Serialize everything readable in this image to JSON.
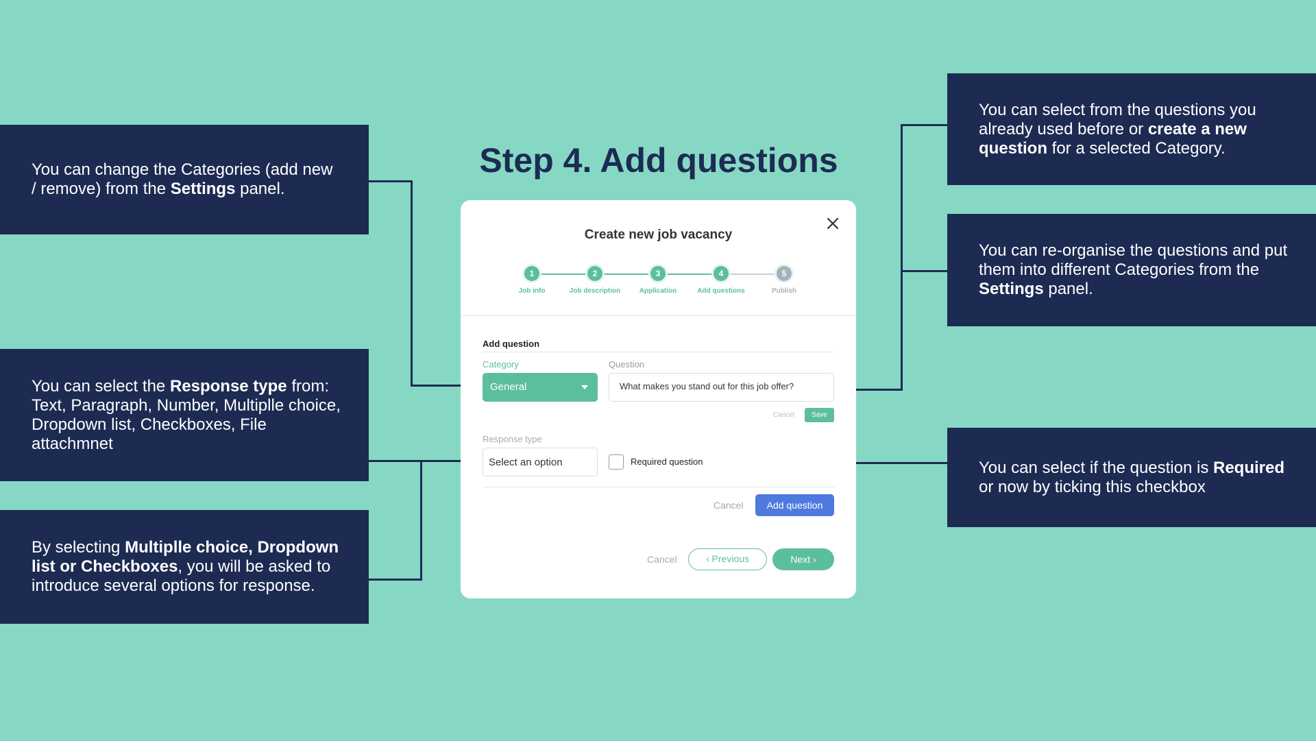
{
  "page_title": "Step 4. Add questions",
  "callouts": {
    "categories": {
      "t1": "You can change the Categories (add new / remove) from the ",
      "b1": "Settings",
      "t2": " panel."
    },
    "response_type": {
      "t1": "You can select the ",
      "b1": "Response type",
      "t2": " from: Text, Paragraph, Number, Multiplle choice, Dropdown list, Checkboxes, File attachmnet"
    },
    "multiple_choice": {
      "t1": "By selecting ",
      "b1": "Multiplle choice, Dropdown list or Checkboxes",
      "t2": ", you will be asked to introduce several options for response."
    },
    "questions": {
      "t1": "You can select from the questions you already used before or ",
      "b1": "create a new question",
      "t2": " for a selected Category."
    },
    "reorganise": {
      "t1": "You can re-organise the questions and put them into different Categories from the ",
      "b1": "Settings",
      "t2": " panel."
    },
    "required": {
      "t1": "You can select if the question is ",
      "b1": "Required",
      "t2": " or now by ticking this checkbox"
    }
  },
  "modal": {
    "title": "Create new job vacancy",
    "close_icon": "close-icon",
    "steps": [
      {
        "number": "1",
        "label": "Job info",
        "state": "done"
      },
      {
        "number": "2",
        "label": "Job description",
        "state": "done"
      },
      {
        "number": "3",
        "label": "Application",
        "state": "done"
      },
      {
        "number": "4",
        "label": "Add questions",
        "state": "active"
      },
      {
        "number": "5",
        "label": "Publish",
        "state": "pending"
      }
    ],
    "add_question": {
      "section_title": "Add question",
      "category_label": "Category",
      "category_value": "General",
      "question_label": "Question",
      "question_value": "What makes you stand out for this job offer?",
      "small_cancel": "Cancel",
      "small_save": "Save",
      "response_type_label": "Response type",
      "response_type_placeholder": "Select an option",
      "required_label": "Required question",
      "required_checked": false,
      "cancel": "Cancel",
      "add_button": "Add question"
    },
    "footer": {
      "cancel": "Cancel",
      "previous": "Previous",
      "next": "Next"
    }
  },
  "colors": {
    "background": "#86d8c5",
    "navy": "#1d2b52",
    "green": "#5cbf9c",
    "blue": "#4e7ae0",
    "grey_step": "#a7b1bd"
  }
}
